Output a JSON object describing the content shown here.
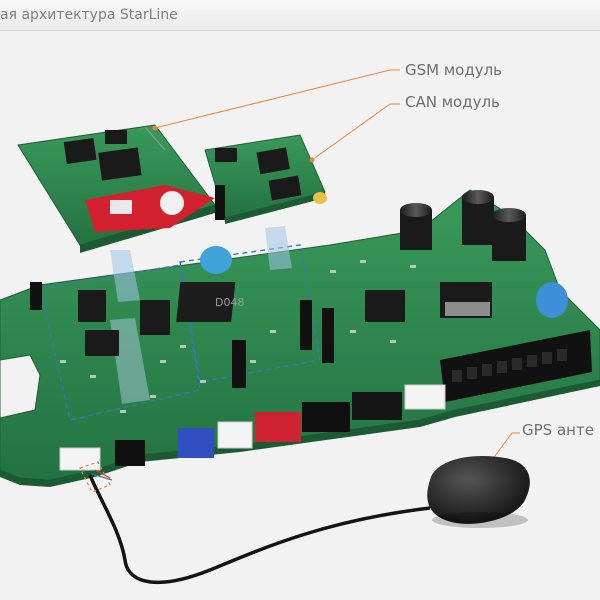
{
  "header": {
    "title": "ая архитектура StarLine"
  },
  "labels": {
    "gsm_module": "GSM модуль",
    "can_module": "CAN модуль",
    "gps_antenna": "GPS анте"
  },
  "chip_marking": "D048",
  "colors": {
    "pcb": "#2f8a4e",
    "leader_line": "#e3893d",
    "dashed_outline": "#3f73b8",
    "connector_blue": "#2f4fc0",
    "connector_red": "#cf2233",
    "button_red": "#d3202f"
  }
}
